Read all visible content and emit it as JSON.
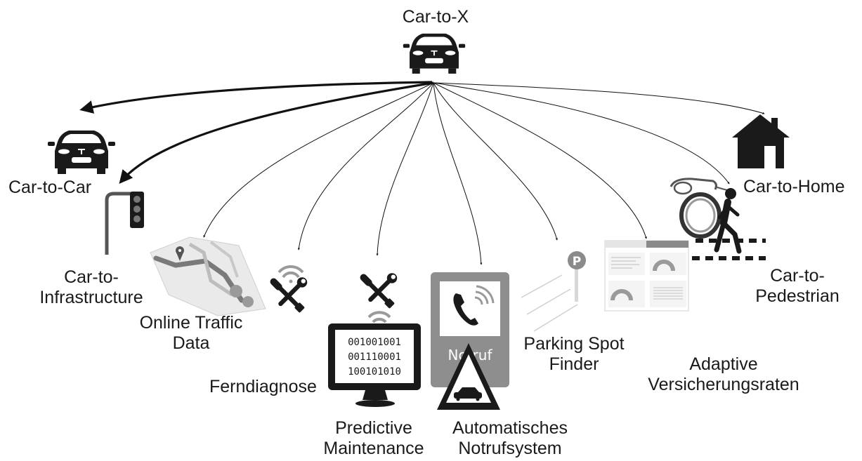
{
  "hub": {
    "label": "Car-to-X"
  },
  "nodes": {
    "car_to_car": {
      "label": "Car-to-Car"
    },
    "car_to_home": {
      "label": "Car-to-Home"
    },
    "car_to_infrastructure": {
      "line1": "Car-to-",
      "line2": "Infrastructure"
    },
    "online_traffic": {
      "line1": "Online Traffic",
      "line2": "Data"
    },
    "ferndiagnose": {
      "label": "Ferndiagnose"
    },
    "predictive_maintenance": {
      "line1": "Predictive",
      "line2": "Maintenance",
      "screen": [
        "001001001",
        "001110001",
        "100101010"
      ]
    },
    "notruf": {
      "line1": "Automatisches",
      "line2": "Notrufsystem",
      "sign_text": "Notruf"
    },
    "parking": {
      "line1": "Parking Spot",
      "line2": "Finder",
      "sign_letter": "P"
    },
    "adaptive": {
      "line1": "Adaptive",
      "line2": "Versicherungsraten"
    },
    "pedestrian": {
      "line1": "Car-to-",
      "line2": "Pedestrian"
    }
  },
  "icons": [
    "car-icon",
    "house-icon",
    "traffic-light-icon",
    "map-icon",
    "wrench-icon",
    "monitor-icon",
    "emergency-sign-icon",
    "parking-sign-icon",
    "dashboard-icon",
    "pedestrian-icon",
    "wearables-icon"
  ],
  "colors": {
    "line": "#111111",
    "icon": "#1a1a1a",
    "gray": "#8a8a8a",
    "light": "#cfcfcf"
  }
}
